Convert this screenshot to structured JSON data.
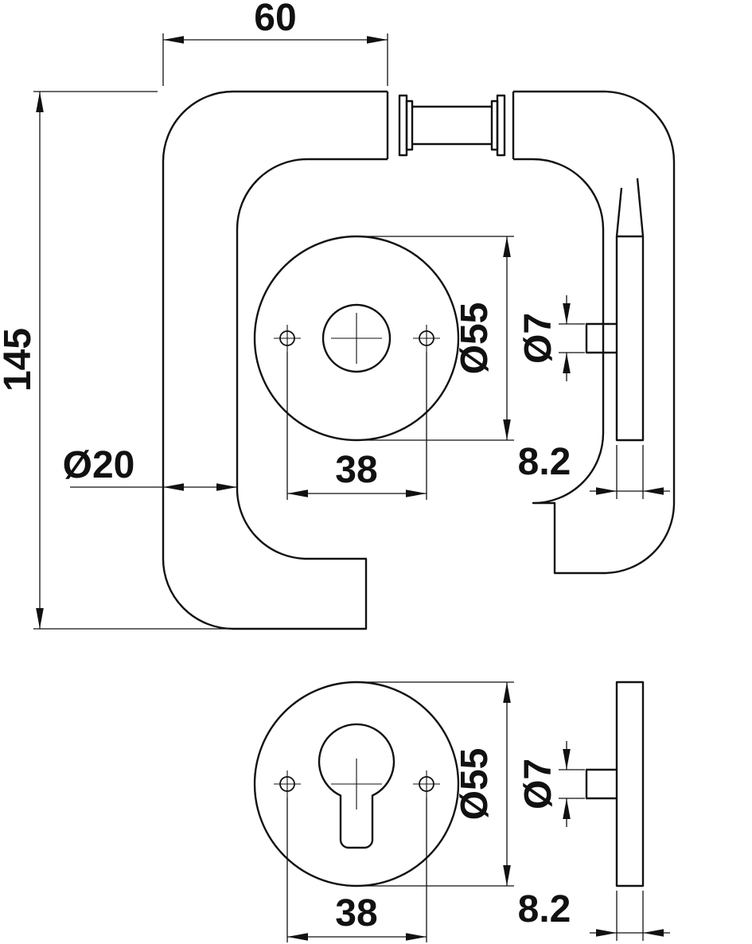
{
  "page": {
    "background": "#ffffff",
    "line_color": "#111111"
  },
  "dimensions_top": {
    "overall_width": "60",
    "overall_height": "145",
    "grip_diameter": "Ø20",
    "rose_diameter": "Ø55",
    "pin_diameter": "Ø7",
    "screw_spacing": "38",
    "rose_thickness": "8.2"
  },
  "dimensions_bottom": {
    "rose_diameter": "Ø55",
    "pin_diameter": "Ø7",
    "screw_spacing": "38",
    "rose_thickness": "8.2"
  }
}
